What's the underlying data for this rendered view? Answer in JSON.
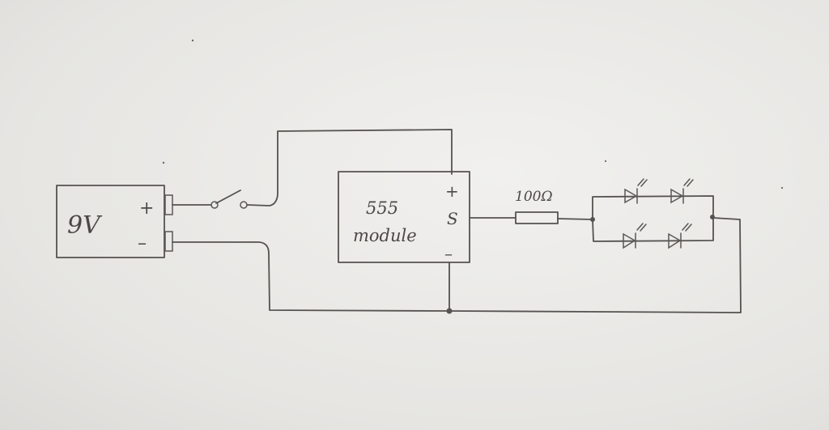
{
  "battery": {
    "label": "9V",
    "plus": "+",
    "minus": "–"
  },
  "module": {
    "line1": "555",
    "line2": "module",
    "plus": "+",
    "signal": "S",
    "minus": "–"
  },
  "resistor": {
    "label": "100Ω"
  }
}
